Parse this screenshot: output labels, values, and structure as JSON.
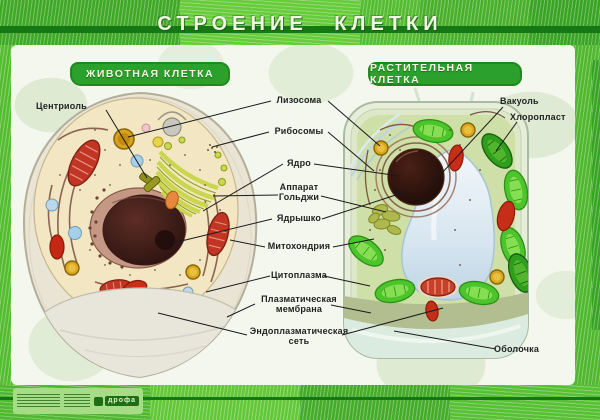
{
  "poster": {
    "title": "СТРОЕНИЕ КЛЕТКИ",
    "animal_cell_badge": "ЖИВОТНАЯ КЛЕТКА",
    "plant_cell_badge": "РАСТИТЕЛЬНАЯ КЛЕТКА",
    "labels": {
      "centriole": "Центриоль",
      "lysosome": "Лизосома",
      "ribosomes": "Рибосомы",
      "nucleus": "Ядро",
      "golgi": "Аппарат Гольджи",
      "nucleolus": "Ядрышко",
      "mitochondrion": "Митохондрия",
      "cytoplasm": "Цитоплазма",
      "plasma_membrane": "Плазматическая мембрана",
      "endoplasmic_reticulum": "Эндоплазматическая сеть",
      "vacuole": "Вакуоль",
      "chloroplast": "Хлоропласт",
      "cell_wall": "Оболочка"
    },
    "publisher_logo": "дрофа",
    "colors": {
      "frame_green": "#54BC30",
      "frame_dark_green": "#3FA826",
      "title_stripe": "#157815",
      "badge_green": "#2CA02C",
      "panel_background": "#F4F7EE"
    }
  }
}
